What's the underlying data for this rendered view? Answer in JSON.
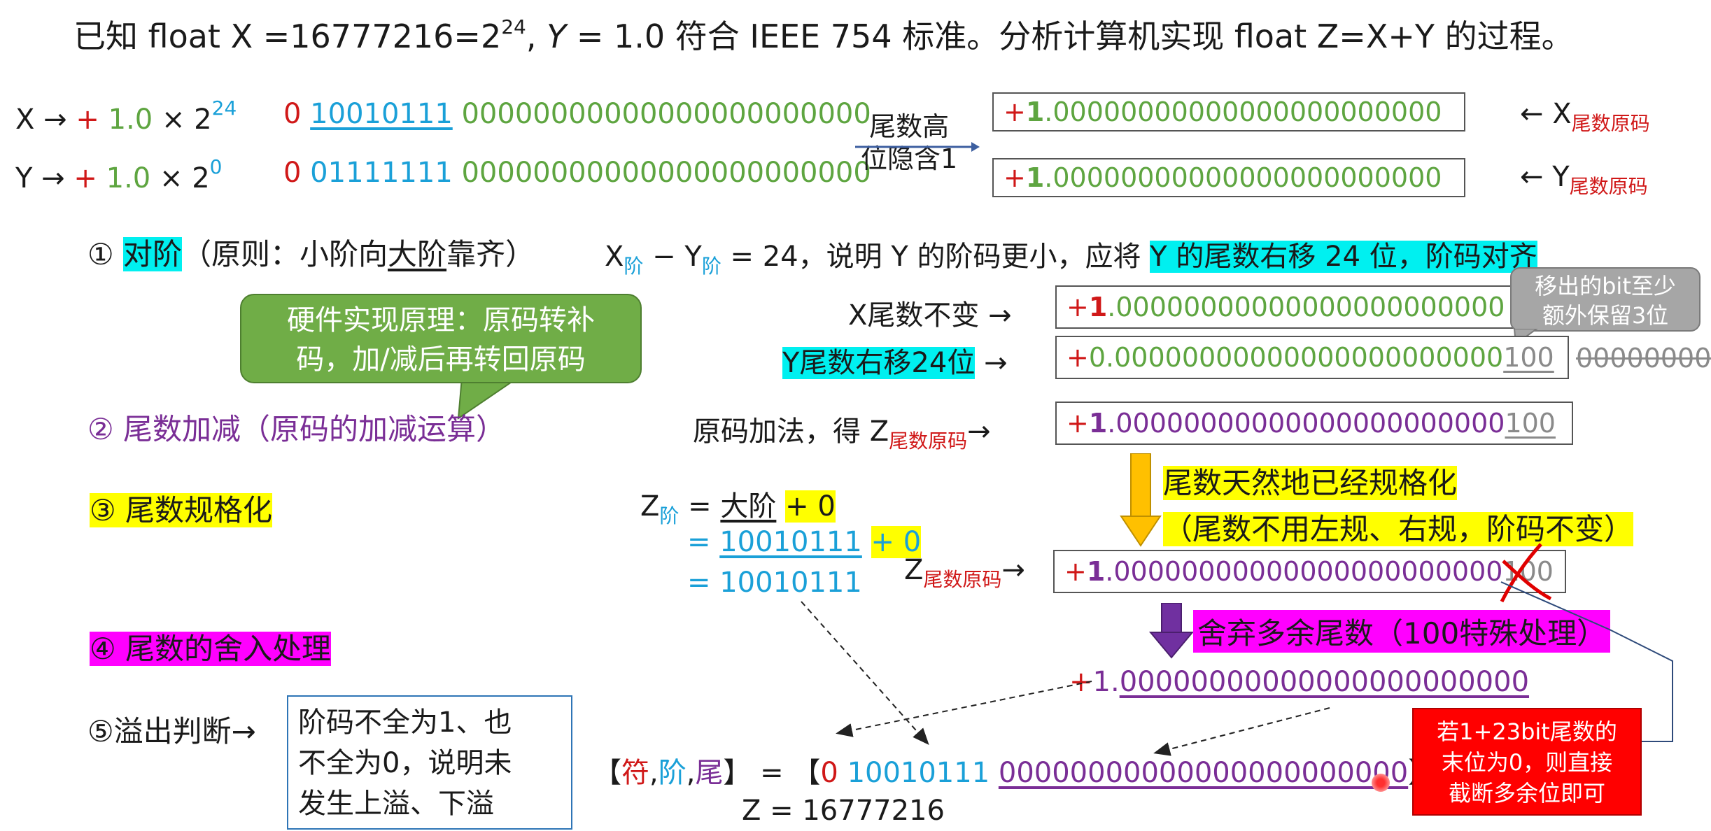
{
  "title": {
    "p1": "已知 float X =16777216=2",
    "p1_exp": "24",
    "p2": ",",
    "y_var": "Y",
    "p3": " = 1.0 符合 IEEE 754 标准。分析计算机实现 float Z=X+Y 的过程。"
  },
  "x_row": {
    "label": "X →",
    "sign": "+",
    "val": "1.0",
    "times": "×",
    "base": "2",
    "exp": "24",
    "sign_bit": "0",
    "exponent": "10010111",
    "mantissa": "00000000000000000000000"
  },
  "y_row": {
    "label": "Y →",
    "sign": "+",
    "val": "1.0",
    "times": "×",
    "base": "2",
    "exp": "0",
    "sign_bit": "0",
    "exponent": "01111111",
    "mantissa": "00000000000000000000000"
  },
  "hidden_bit": {
    "line1": "尾数高",
    "line2": "位隐含1"
  },
  "x_orig_box": {
    "sign": "+",
    "lead": "1",
    "frac": ".00000000000000000000000",
    "label": "← X",
    "label_sub": "尾数原码"
  },
  "y_orig_box": {
    "sign": "+",
    "lead": "1",
    "frac": ".00000000000000000000000",
    "label": "← Y",
    "label_sub": "尾数原码"
  },
  "step1": {
    "num": "①",
    "name": "对阶",
    "p1": "（原则：小阶向",
    "big": "大阶",
    "p2": "靠齐）",
    "x": "X",
    "x_sub": "阶",
    "minus": " − Y",
    "y_sub": "阶",
    "eq": " = 24，说明 Y 的阶码更小，应将",
    "hl": "Y 的尾数右移 24 位，阶码对齐"
  },
  "hw_callout": {
    "line1": "硬件实现原理：原码转补",
    "line2": "码，加/减后再转回原码"
  },
  "x_unchanged": {
    "label": "X尾数不变 →",
    "sign": "+",
    "lead": "1",
    "frac": ".00000000000000000000000"
  },
  "keep_bits_callout": {
    "line1": "移出的bit至少",
    "line2": "额外保留3位"
  },
  "y_shift": {
    "label": "Y尾数右移24位",
    "arrow": "→",
    "sign": "+",
    "lead": "0",
    "frac": ".00000000000000000000000",
    "guard": "100",
    "dropped": "00000000"
  },
  "step2": {
    "num": "②",
    "text": "尾数加减（原码的加减运算）"
  },
  "add_result": {
    "label": "原码加法，得 Z",
    "label_sub": "尾数原码",
    "arrow": "→",
    "sign": "+",
    "lead": "1",
    "frac": ".00000000000000000000000",
    "guard": "100"
  },
  "normalized_note": {
    "line1": "尾数天然地已经规格化",
    "line2": "（尾数不用左规、右规，阶码不变）"
  },
  "step3": {
    "num": "③",
    "text": "尾数规格化"
  },
  "z_exp": {
    "z": "Z",
    "z_sub": "阶",
    "eq1": " = ",
    "big": "大阶",
    "plus0": "+ 0",
    "eq2": "=",
    "bin": "10010111",
    "plus0b": "+ 0",
    "eq3": "= 10010111"
  },
  "z_mant": {
    "z": "Z",
    "z_sub": "尾数原码",
    "arrow": "→",
    "sign": "+",
    "lead": "1",
    "frac": ".00000000000000000000000",
    "guard": "100"
  },
  "step4": {
    "num": "④",
    "text": "尾数的舍入处理"
  },
  "discard_note": {
    "p1": "舍弃多余尾数（",
    "mid": "100",
    "p2": "特殊处理）"
  },
  "final_mant": {
    "sign": "+",
    "lead": "1.",
    "frac": "00000000000000000000000"
  },
  "step5": {
    "num": "⑤",
    "text": "溢出判断",
    "arrow": "→"
  },
  "overflow_box": {
    "line1": "阶码不全为1、也",
    "line2": "不全为0，说明未",
    "line3": "发生上溢、下溢"
  },
  "result": {
    "open": "【",
    "fu": "符",
    "comma1": ",",
    "jie": "阶",
    "comma2": ",",
    "wei": "尾",
    "close_eq": "】 = 【",
    "sign": "0",
    "exp": "10010111",
    "mant": "00000000000000000000000",
    "close": "】",
    "z_value": "Z = 16777216"
  },
  "round_note": {
    "line1": "若1+23bit尾数的",
    "line2": "末位为0，则直接",
    "line3": "截断多余位即可"
  }
}
